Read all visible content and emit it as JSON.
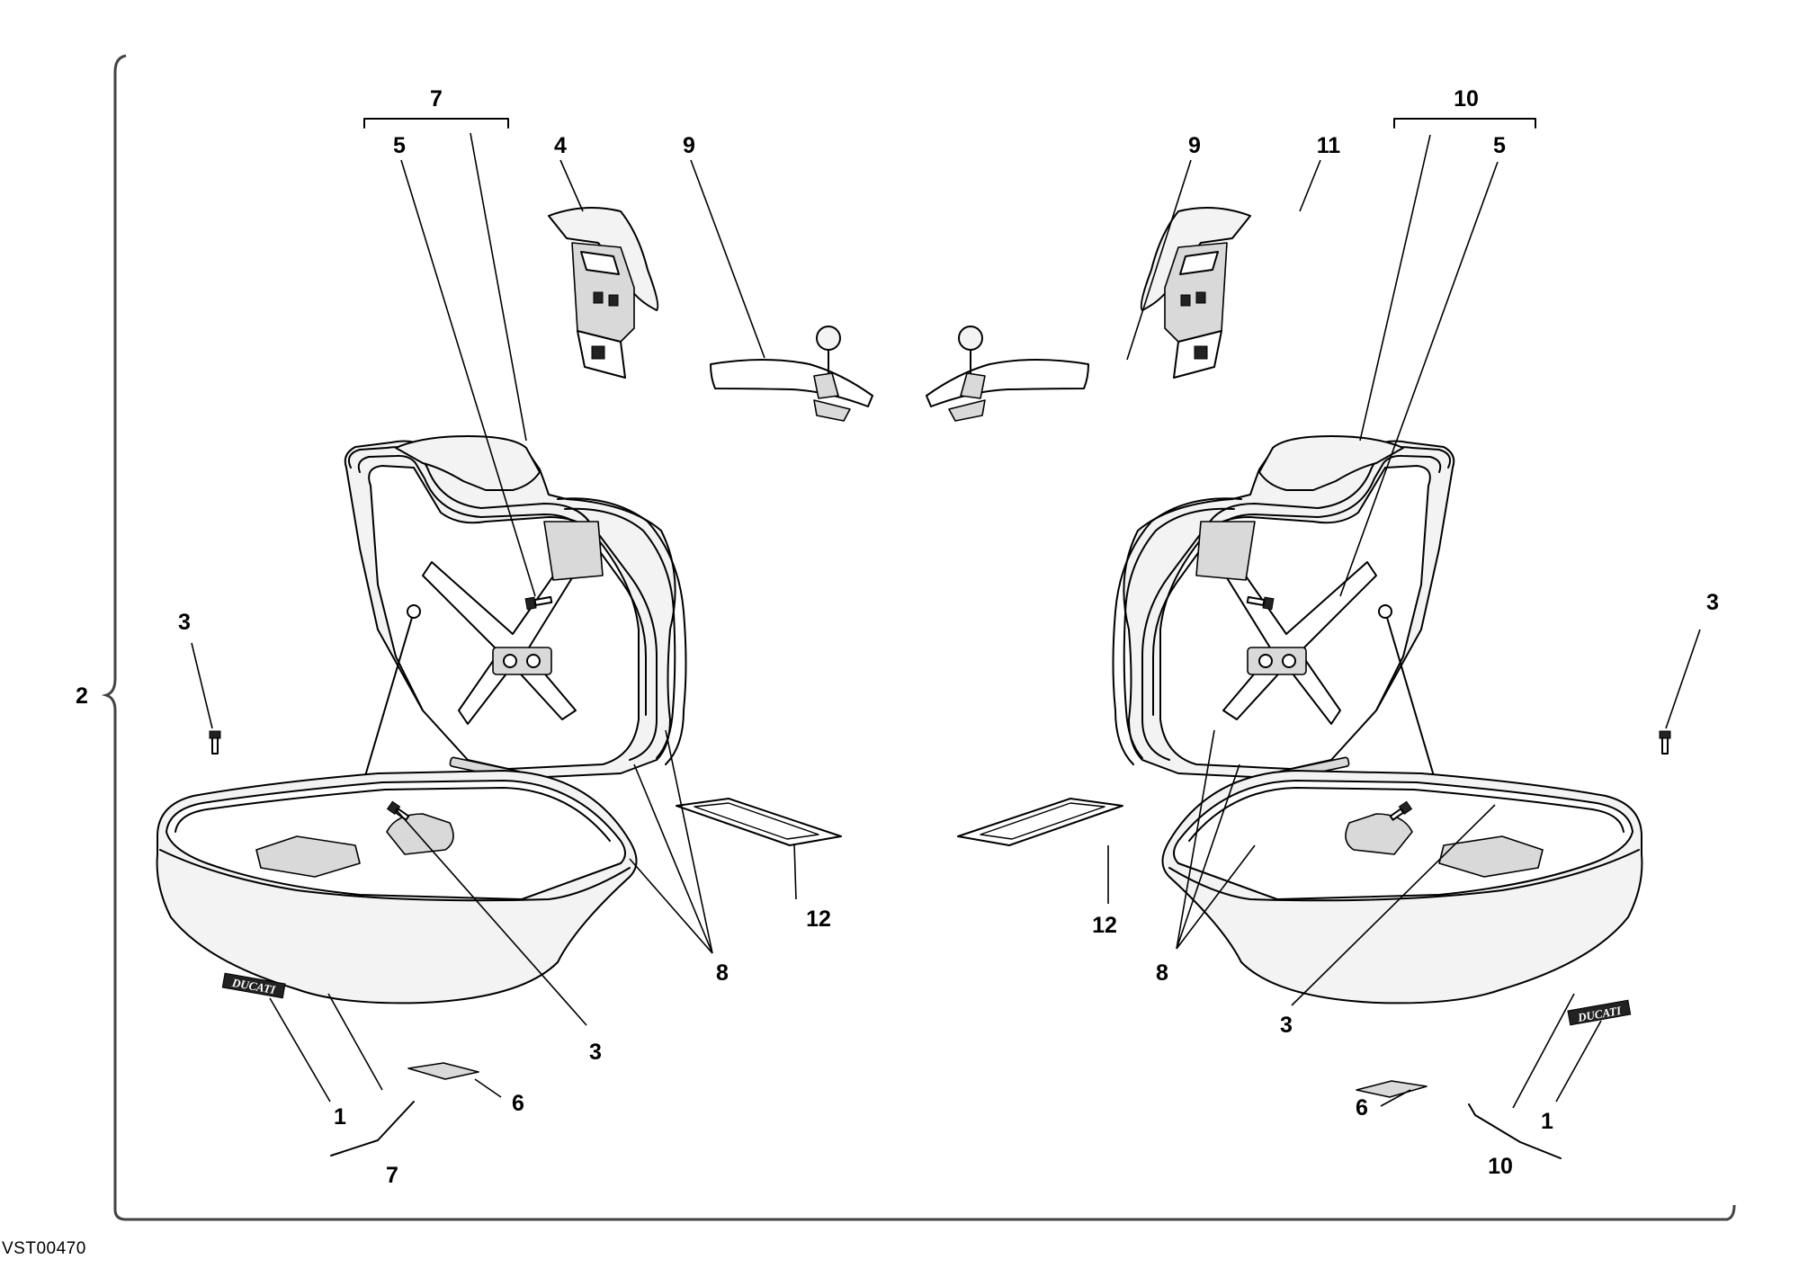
{
  "callouts": {
    "left": {
      "group_7_top": "7",
      "part_5": "5",
      "part_4": "4",
      "part_9": "9",
      "part_3_screw": "3",
      "part_3_bottom": "3",
      "part_8": "8",
      "part_12": "12",
      "part_1": "1",
      "part_6": "6",
      "group_7_bottom": "7"
    },
    "right": {
      "group_10_top": "10",
      "part_9": "9",
      "part_11": "11",
      "part_5": "5",
      "part_3_screw": "3",
      "part_3_bottom": "3",
      "part_8": "8",
      "part_12": "12",
      "part_1": "1",
      "part_6": "6",
      "group_10_bottom": "10"
    },
    "assembly_2": "2"
  },
  "drawing_id": "VST00470"
}
